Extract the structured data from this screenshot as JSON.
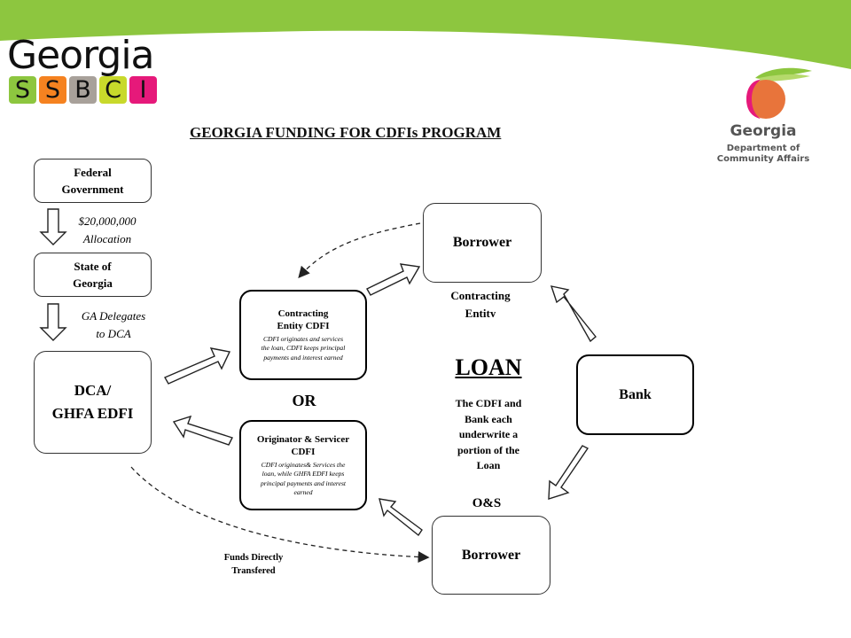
{
  "logo_left": {
    "word": "Georgia",
    "letters": [
      "S",
      "S",
      "B",
      "C",
      "I"
    ],
    "tile_colors": [
      "#8dc63f",
      "#f58220",
      "#a8a19a",
      "#c8d92b",
      "#e6197a"
    ]
  },
  "logo_right": {
    "name": "Georgia",
    "line1": "Department of",
    "line2": "Community Affairs"
  },
  "title": "GEORGIA FUNDING FOR CDFIs PROGRAM",
  "federal": {
    "line1": "Federal",
    "line2": "Government"
  },
  "allocation": {
    "line1": "$20,000,000",
    "line2": "Allocation"
  },
  "state": {
    "line1": "State of",
    "line2": "Georgia"
  },
  "delegates": {
    "line1": "GA Delegates",
    "line2": "to DCA"
  },
  "dca": {
    "line1": "DCA/",
    "line2": "GHFA EDFI"
  },
  "contracting": {
    "line1": "Contracting",
    "line2": "Entity CDFI",
    "desc1": "CDFI originates and services",
    "desc2": "the loan, CDFI keeps principal",
    "desc3": "payments and interest earned"
  },
  "or_label": "OR",
  "originator": {
    "line1": "Originator & Servicer",
    "line2": "CDFI",
    "desc1": "CDFI originates& Services the",
    "desc2": "loan, while GHFA EDFI keeps",
    "desc3": "principal payments and interest",
    "desc4": "earned"
  },
  "borrower_top": "Borrower",
  "contracting_entity": {
    "line1": "Contracting",
    "line2": "Entity"
  },
  "loan": {
    "title": "LOAN",
    "line1": "The CDFI and",
    "line2": "Bank each",
    "line3": "underwrite a",
    "line4": "portion of the",
    "line5": "Loan"
  },
  "bank": "Bank",
  "os_label": "O&S",
  "borrower_bottom": "Borrower",
  "funds": {
    "line1": "Funds Directly",
    "line2": "Transfered"
  },
  "colors": {
    "banner": "#8dc63f",
    "peach": "#e8743b",
    "leaf": "#8dc63f",
    "accent": "#e6197a"
  }
}
